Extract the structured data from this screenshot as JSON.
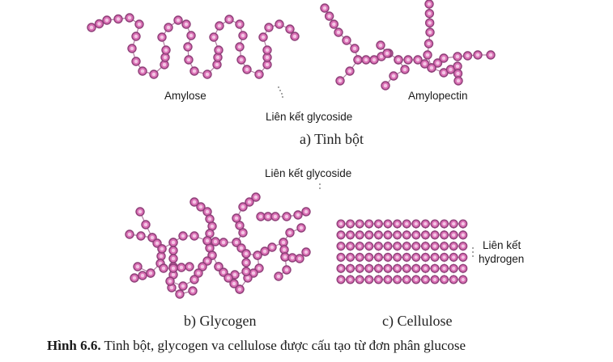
{
  "labels": {
    "amylose": "Amylose",
    "amylopectin": "Amylopectin",
    "glycoside_bond_a": "Liên kết glycoside",
    "starch": "a) Tinh bột",
    "glycoside_bond_b": "Liên kết glycoside",
    "hydrogen_bond_line1": "Liên kết",
    "hydrogen_bond_line2": "hydrogen",
    "glycogen": "b) Glycogen",
    "cellulose": "c) Cellulose"
  },
  "caption": {
    "number": "Hình 6.6.",
    "text": " Tinh bột, glycogen va cellulose được cấu tạo từ đơn phân glucose"
  },
  "colors": {
    "bead_fill": "#d96fb4",
    "bead_stroke": "#8e3f78",
    "bead_inner": "#f3c6e4",
    "link": "#b07aa0"
  }
}
